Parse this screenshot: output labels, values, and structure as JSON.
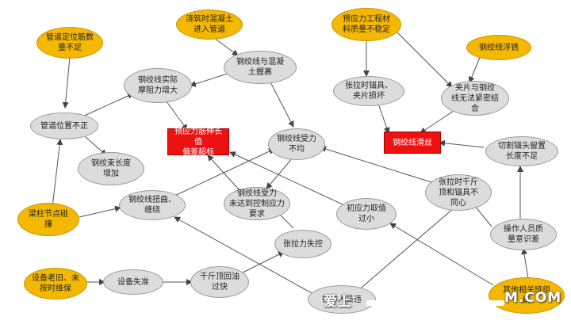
{
  "nodes": {
    "stranded_wire_actual_friction": "钢绞线实际\n摩阻力增大",
    "concrete_into_pipe": "浇筑时混凝土\n进入管道",
    "wire_wrapped_by_concrete": "钢绞线与混凝\n土握裹",
    "duct_positioning_bars_insufficient": "管道定位筋数\n量不足",
    "duct_position_incorrect": "管道位置不正",
    "stranded_bundle_length_increase": "钢绞束长度\n增加",
    "column_node_obstruction": "梁柱节点碰\n撞",
    "prestressed_elongation_exceeds": "预应力筋伸长值\n偏差超标",
    "wire_twisted_wound": "钢绞线扭曲、\n缠绕",
    "wire_stress_uneven": "钢绞线受力\n不均",
    "wire_stress_not_reach_control": "钢绞线受力\n未达到控制应力\n要求",
    "prestress_material_quality_unstable": "预应力工程材\n料质量不稳定",
    "anchor_clip_damaged": "张拉时锚具、\n夹片损坏",
    "wire_rust": "钢绞线浮锈",
    "clip_wire_not_tight": "夹片与钢绞\n线无法紧密结\n合",
    "wire_slip": "钢绞线滑丝",
    "cut_anchor_end_length_insufficient": "切割锚头留置\n长度不足",
    "jack_anchor_not_concentric": "张拉时千斤\n顶和锚具不\n同心",
    "initial_stress_too_small": "初应力取值\n过小",
    "tension_out_of_control": "张拉力失控",
    "personnel_quality_awareness_poor": "操作人员质\n量意识差",
    "equipment_aging": "设备老旧、未\n按时维保",
    "equipment_inaccurate": "设备失准",
    "jack_return_oil_too_fast": "千斤顶回油\n过快",
    "operator_bottom": "操作人员违",
    "other_related_team": "其他相关班组\n解"
  },
  "watermark": "爱上",
  "watermark_tail": "M.COM"
}
